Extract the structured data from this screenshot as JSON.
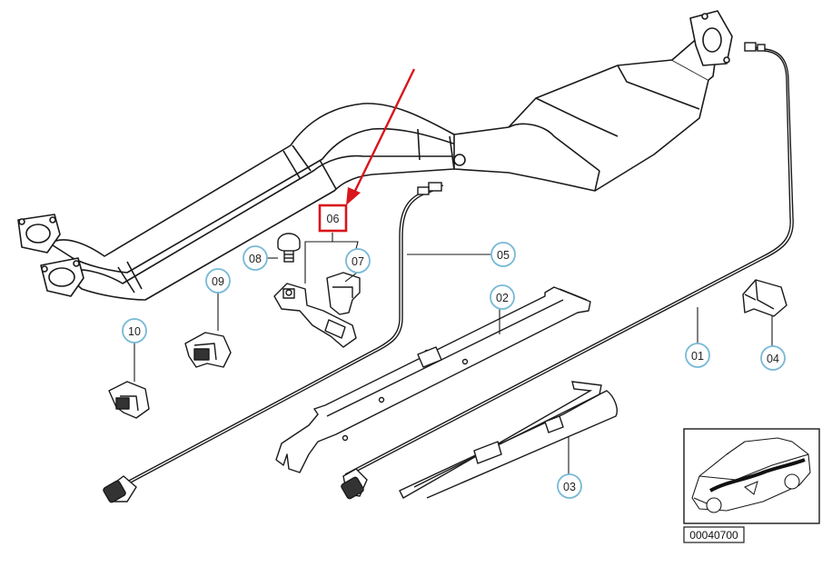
{
  "diagram": {
    "highlight_color": "#d9141b",
    "callout_color": "#78b9d6",
    "line_color": "#1a1a1a",
    "callouts": [
      {
        "id": "01",
        "label": "01"
      },
      {
        "id": "02",
        "label": "02"
      },
      {
        "id": "03",
        "label": "03"
      },
      {
        "id": "04",
        "label": "04"
      },
      {
        "id": "05",
        "label": "05"
      },
      {
        "id": "06",
        "label": "06"
      },
      {
        "id": "07",
        "label": "07"
      },
      {
        "id": "08",
        "label": "08"
      },
      {
        "id": "09",
        "label": "09"
      },
      {
        "id": "10",
        "label": "10"
      }
    ],
    "reference_number": "00040700"
  }
}
